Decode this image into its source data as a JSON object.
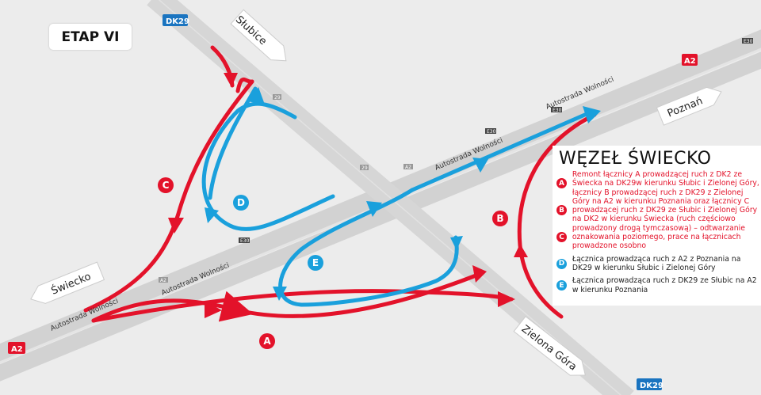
{
  "title": "ETAP VI",
  "legend": {
    "title": "WĘZEŁ ŚWIECKO",
    "red_text": "Remont łącznicy A prowadzącej ruch z DK2 ze Świecka na DK29w kierunku Słubic i Zielonej Góry, łącznicy B prowadzącej ruch z DK29 z Zielonej Góry na A2 w kierunku Poznania oraz łącznicy C prowadzącej ruch z DK29 ze Słubic i Zielonej Góry na DK2 w kierunku Świecka (ruch częściowo prowadzony drogą tymczasową) – odtwarzanie oznakowania poziomego, prace na łącznicach prowadzone osobno",
    "items": [
      {
        "letter": "A",
        "color": "#e3122a"
      },
      {
        "letter": "B",
        "color": "#e3122a"
      },
      {
        "letter": "C",
        "color": "#e3122a"
      },
      {
        "letter": "D",
        "color": "#1aa0dc",
        "text": "Łącznica prowadząca ruch z A2 z Poznania na DK29 w kierunku Słubic i Zielonej Góry"
      },
      {
        "letter": "E",
        "color": "#1aa0dc",
        "text": "Łącznica prowadząca ruch z DK29 ze Słubic na A2 w kierunku Poznania"
      }
    ]
  },
  "directions": {
    "slubice": "Słubice",
    "poznan": "Poznań",
    "swiecko": "Świecko",
    "zielona_gora": "Zielona Góra"
  },
  "roads": {
    "dk29_top": "DK29",
    "dk29_bottom": "DK29",
    "a2_right": "A2",
    "a2_left": "A2",
    "street": "Autostrada Wolności",
    "e30": "E30",
    "a2_small": "A2",
    "r29_small": "29"
  },
  "markers": {
    "a": "A",
    "b": "B",
    "c": "C",
    "d": "D",
    "e": "E"
  },
  "colors": {
    "red": "#e3122a",
    "blue": "#1aa0dc",
    "road": "#cfcfcf"
  }
}
